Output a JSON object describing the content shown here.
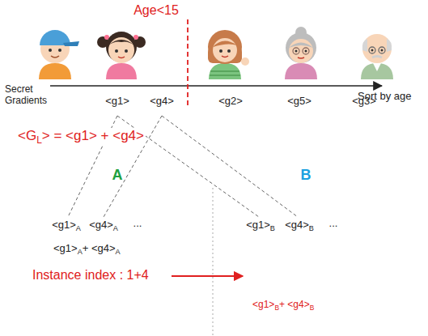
{
  "diagram": {
    "labels": [
      "Age<15",
      "Secret Gradients",
      "<g1>",
      "<g4>",
      "<g2>",
      "<g5>",
      "<g3>",
      "Sort by age",
      "<GL> = <g1> + <g4>",
      "A",
      "B",
      "<g1>A",
      "<g4>A",
      "...",
      "<g1>B",
      "<g4>B",
      "...",
      "<g1>A+ <g4>A",
      "Instance index : 1+4",
      "<g1>B+ <g4>B"
    ]
  }
}
